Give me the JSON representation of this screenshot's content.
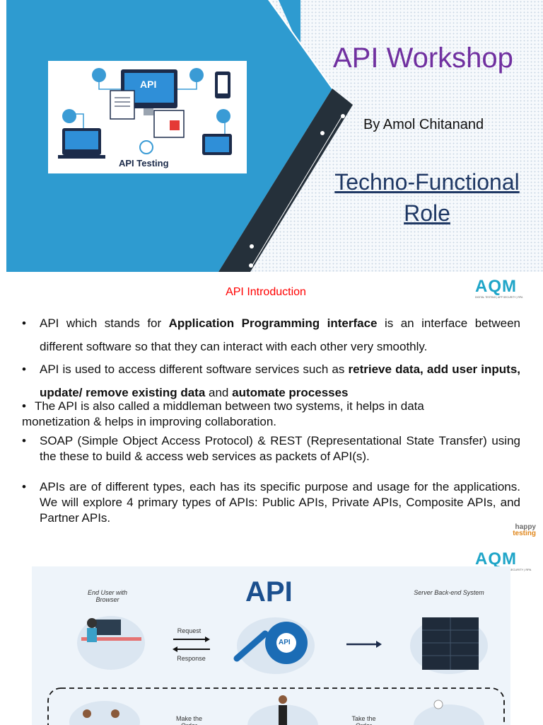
{
  "slide1": {
    "title": "API Workshop",
    "byline": "By Amol Chitanand",
    "role": "Techno-Functional Role",
    "hero": {
      "api_label": "API",
      "caption": "API Testing"
    },
    "colors": {
      "accent_blue": "#2e9bd0",
      "dark_band": "#25303a",
      "title_purple": "#7030a0",
      "role_navy": "#1f3864"
    }
  },
  "slide2": {
    "title": "API Introduction",
    "logo": {
      "main": "AQM",
      "tagline": "DIGITAL TESTING | APP SECURITY | RPA"
    },
    "watermark": {
      "line1": "happy",
      "line2": "testing"
    },
    "bullets": [
      {
        "pre": "API which stands for ",
        "b1": "Application Programming interface",
        "post": " is an interface between different software so that they can interact with each other very smoothly."
      },
      {
        "pre": "API is used to access different software services such as ",
        "b1": "retrieve data, add user inputs, update/ remove existing data",
        "mid": " and ",
        "b2": "automate processes"
      },
      {
        "text": "The API is also called a middleman between two systems, it helps in data monetization & helps in improving collaboration."
      },
      {
        "text": "SOAP (Simple Object Access Protocol) & REST (Representational State Transfer) using the these to build & access web services as packets of API(s)."
      },
      {
        "text": "APIs are of different types, each has its specific purpose and usage for the applications. We will explore 4 primary types of APIs: Public APIs, Private APIs, Composite APIs, and Partner APIs."
      }
    ],
    "bullet_symbol": "•"
  },
  "slide3": {
    "logo": {
      "main": "AQM",
      "tagline": "SECURITY | RPA"
    },
    "diagram": {
      "heading": "API",
      "end_user": "End User with Browser",
      "server": "Server Back-end System",
      "request": "Request",
      "response": "Response",
      "gear_label": "API",
      "make_order": "Make the Order",
      "take_order": "Take the Order"
    }
  }
}
